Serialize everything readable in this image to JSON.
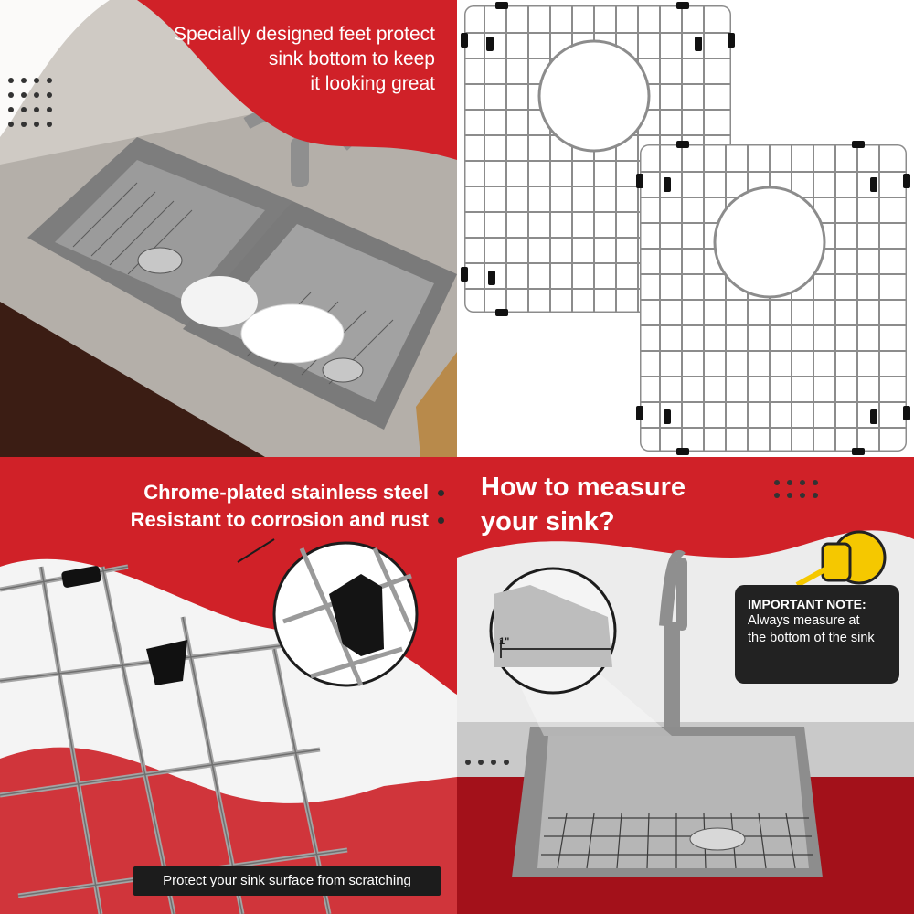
{
  "panel_top_left": {
    "caption_lines": [
      "Specially designed feet protect",
      "sink bottom to keep",
      "it looking great"
    ]
  },
  "panel_bottom_left": {
    "feature_lines": [
      "Chrome-plated stainless steel",
      "Resistant to corrosion and rust"
    ],
    "banner_text": "Protect your sink surface from scratching"
  },
  "panel_bottom_right": {
    "heading_lines": [
      "How to measure",
      "your sink?"
    ],
    "note_title": "IMPORTANT NOTE:",
    "note_body": [
      "Always measure at",
      "the bottom of the sink"
    ],
    "measure_label": "1\""
  },
  "colors": {
    "brand_red": "#d02128",
    "dark": "#1c1c1c",
    "steel": "#9a9a9a"
  }
}
